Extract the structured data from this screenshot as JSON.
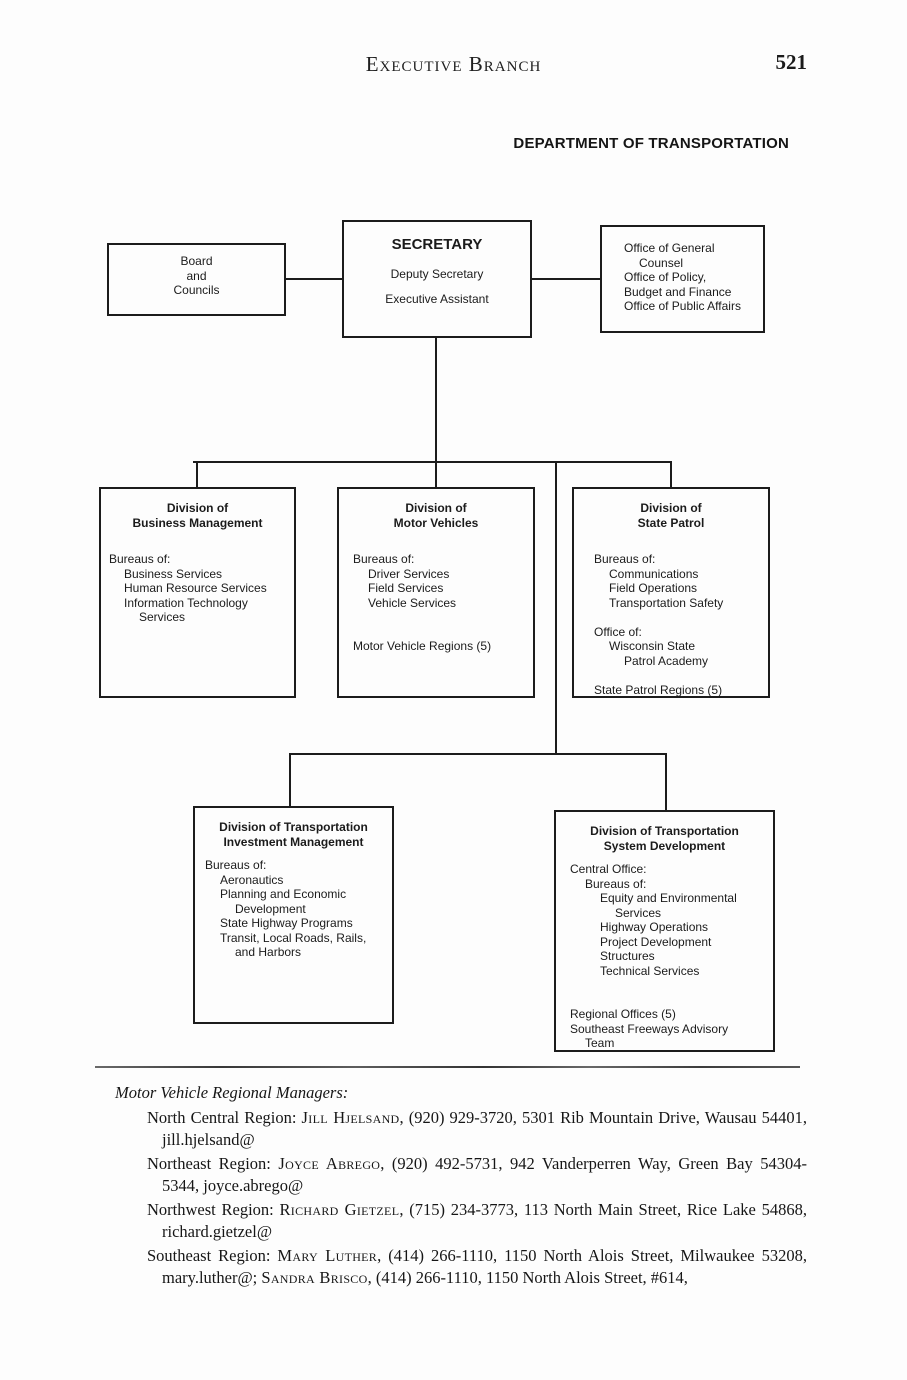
{
  "page": {
    "header_title": "Executive Branch",
    "page_number": "521",
    "department_title": "DEPARTMENT OF TRANSPORTATION"
  },
  "colors": {
    "ink": "#1c1c1c",
    "paper": "#fdfdfd"
  },
  "chart": {
    "board_box": {
      "lines": [
        "Board",
        "and",
        "Councils"
      ]
    },
    "secretary_box": {
      "title": "SECRETARY",
      "line1": "Deputy Secretary",
      "line2": "Executive Assistant"
    },
    "office_box": {
      "lines": [
        {
          "text": "Office of General",
          "indent": 0
        },
        {
          "text": "Counsel",
          "indent": 1
        },
        {
          "text": "Office of Policy,",
          "indent": 0
        },
        {
          "text": "Budget and Finance",
          "indent": 0
        },
        {
          "text": "Office of Public Affairs",
          "indent": 0
        }
      ]
    },
    "divisions": [
      {
        "title": [
          "Division of",
          "Business Management"
        ],
        "body": [
          {
            "text": "Bureaus of:",
            "indent": 0
          },
          {
            "text": "Business Services",
            "indent": 1
          },
          {
            "text": "Human Resource Services",
            "indent": 1
          },
          {
            "text": "Information Technology",
            "indent": 1
          },
          {
            "text": "Services",
            "indent": 2
          }
        ]
      },
      {
        "title": [
          "Division of",
          "Motor Vehicles"
        ],
        "body": [
          {
            "text": "Bureaus of:",
            "indent": 0
          },
          {
            "text": "Driver Services",
            "indent": 1
          },
          {
            "text": "Field Services",
            "indent": 1
          },
          {
            "text": "Vehicle Services",
            "indent": 1
          },
          {
            "text": "",
            "indent": 0
          },
          {
            "text": "",
            "indent": 0
          },
          {
            "text": "Motor Vehicle Regions (5)",
            "indent": 0
          }
        ]
      },
      {
        "title": [
          "Division of",
          "State Patrol"
        ],
        "body": [
          {
            "text": "Bureaus of:",
            "indent": 0
          },
          {
            "text": "Communications",
            "indent": 1
          },
          {
            "text": "Field Operations",
            "indent": 1
          },
          {
            "text": "Transportation Safety",
            "indent": 1
          },
          {
            "text": "",
            "indent": 0
          },
          {
            "text": "Office of:",
            "indent": 0
          },
          {
            "text": "Wisconsin State",
            "indent": 1
          },
          {
            "text": "Patrol Academy",
            "indent": 2
          },
          {
            "text": "",
            "indent": 0
          },
          {
            "text": "State Patrol Regions (5)",
            "indent": 0
          }
        ]
      },
      {
        "title": [
          "Division of Transportation",
          "Investment Management"
        ],
        "body": [
          {
            "text": "Bureaus of:",
            "indent": 0
          },
          {
            "text": "Aeronautics",
            "indent": 1
          },
          {
            "text": "Planning and Economic",
            "indent": 1
          },
          {
            "text": "Development",
            "indent": 2
          },
          {
            "text": "State Highway Programs",
            "indent": 1
          },
          {
            "text": "Transit, Local Roads, Rails,",
            "indent": 1
          },
          {
            "text": "and Harbors",
            "indent": 2
          }
        ]
      },
      {
        "title": [
          "Division of Transportation",
          "System Development"
        ],
        "body": [
          {
            "text": "Central Office:",
            "indent": 0
          },
          {
            "text": "Bureaus of:",
            "indent": 1
          },
          {
            "text": "Equity and Environmental",
            "indent": 2
          },
          {
            "text": "Services",
            "indent": 3
          },
          {
            "text": "Highway Operations",
            "indent": 2
          },
          {
            "text": "Project Development",
            "indent": 2
          },
          {
            "text": "Structures",
            "indent": 2
          },
          {
            "text": "Technical Services",
            "indent": 2
          },
          {
            "text": "",
            "indent": 0
          },
          {
            "text": "",
            "indent": 0
          },
          {
            "text": "Regional Offices (5)",
            "indent": 0
          },
          {
            "text": "Southeast Freeways Advisory",
            "indent": 0
          },
          {
            "text": "Team",
            "indent": 1
          }
        ]
      }
    ]
  },
  "managers": {
    "heading": "Motor Vehicle Regional Managers:",
    "entries": [
      {
        "prefix": "North Central Region: ",
        "name": "Jill Hjelsand",
        "rest": ", (920) 929-3720, 5301 Rib Mountain Drive, Wausau 54401, jill.hjelsand@"
      },
      {
        "prefix": "Northeast Region: ",
        "name": "Joyce Abrego",
        "rest": ", (920) 492-5731, 942 Vanderperren Way, Green Bay 54304-5344, joyce.abrego@"
      },
      {
        "prefix": "Northwest Region: ",
        "name": "Richard Gietzel",
        "rest": ", (715) 234-3773, 113 North Main Street, Rice Lake 54868, richard.gietzel@"
      },
      {
        "prefix": "Southeast Region: ",
        "name": "Mary Luther",
        "rest": ", (414) 266-1110, 1150 North Alois Street, Milwaukee 53208, mary.luther@; ",
        "name2": "Sandra Brisco",
        "rest2": ", (414) 266-1110, 1150 North Alois Street, #614,"
      }
    ]
  }
}
